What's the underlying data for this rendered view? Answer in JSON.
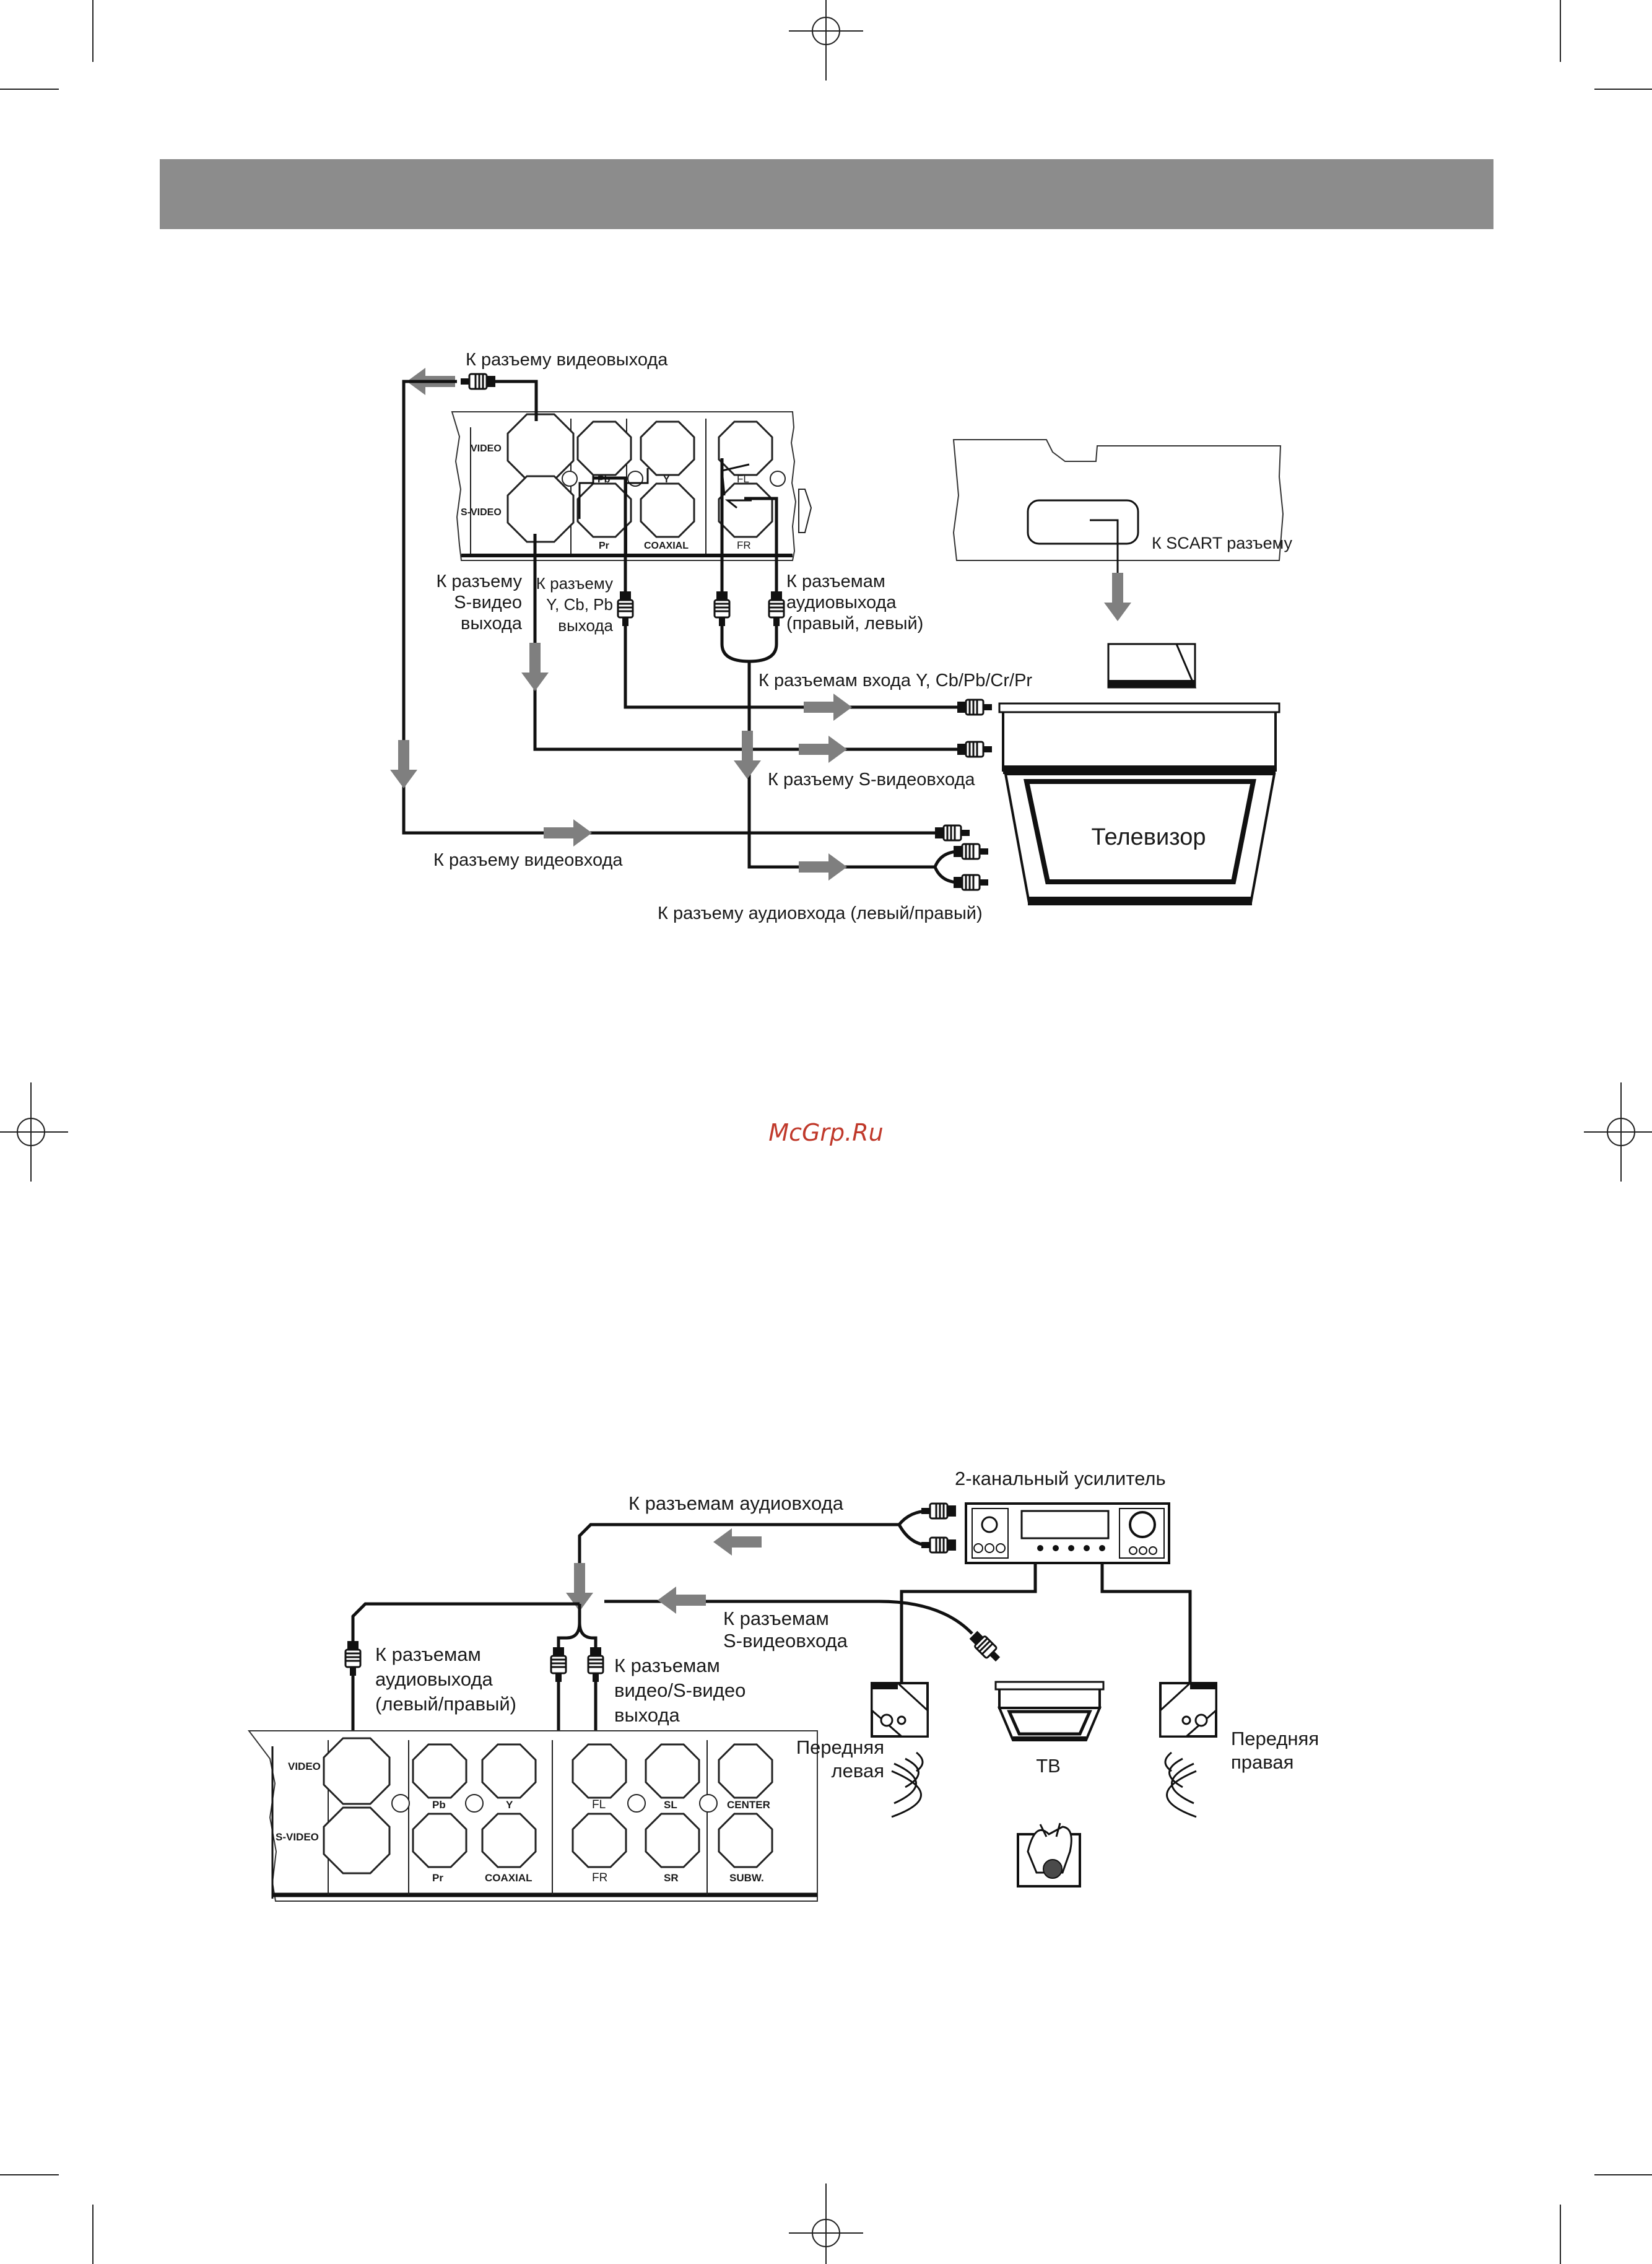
{
  "diagram1": {
    "labels": {
      "video_out": "К разъему видеовыхода",
      "scart": "К SCART разъему",
      "svideo_out_1": "К разъему",
      "svideo_out_2": "S-видео",
      "svideo_out_3": "выхода",
      "ycbpb_1": "К разъему",
      "ycbpb_2": "Y, Cb, Pb",
      "ycbpb_3": "выхода",
      "audio_out_1": "К разъемам",
      "audio_out_2": "аудиовыхода",
      "audio_out_3": "(правый, левый)",
      "ycbpb_in": "К разъемам входа Y, Cb/Pb/Cr/Pr",
      "svideo_in": "К разъему S-видеовхода",
      "video_in": "К разъему видеовхода",
      "audio_in": "К разъему аудиовхода (левый/правый)",
      "tv": "Телевизор"
    },
    "panel": {
      "video": "VIDEO",
      "svideo": "S-VIDEO",
      "pb": "Pb",
      "y": "Y",
      "pr": "Pr",
      "coaxial": "COAXIAL",
      "fl": "FL",
      "fr": "FR"
    }
  },
  "watermark": "McGrp.Ru",
  "diagram2": {
    "labels": {
      "amp": "2-канальный усилитель",
      "audio_in": "К разъемам аудиовхода",
      "svideo_in_1": "К разъемам",
      "svideo_in_2": "S-видеовхода",
      "audio_out_1": "К разъемам",
      "audio_out_2": "аудиовыхода",
      "audio_out_3": "(левый/правый)",
      "video_out_1": "К разъемам",
      "video_out_2": "видео/S-видео",
      "video_out_3": "выхода",
      "front_left_1": "Передняя",
      "front_left_2": "левая",
      "tv": "ТВ",
      "front_right_1": "Передняя",
      "front_right_2": "правая"
    },
    "panel": {
      "video": "VIDEO",
      "svideo": "S-VIDEO",
      "pb": "Pb",
      "y": "Y",
      "pr": "Pr",
      "coaxial": "COAXIAL",
      "fl": "FL",
      "fr": "FR",
      "sl": "SL",
      "sr": "SR",
      "center": "CENTER",
      "subw": "SUBW."
    }
  },
  "colors": {
    "header_bar": "#8c8c8c",
    "arrow": "#7f7f7f",
    "watermark": "#c0392b"
  }
}
